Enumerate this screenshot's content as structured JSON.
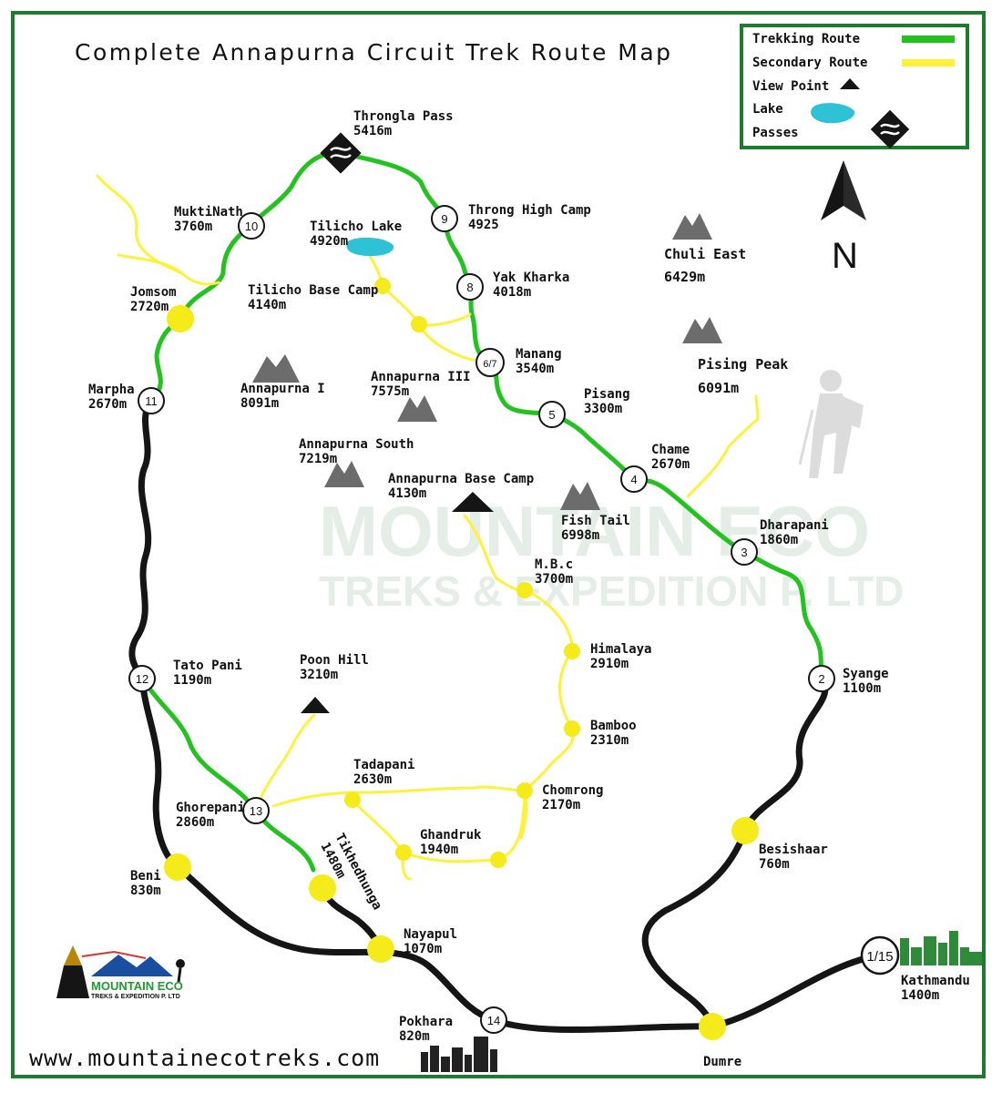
{
  "title": "Complete Annapurna Circuit Trek Route Map",
  "legend": {
    "trekking_route": "Trekking Route",
    "secondary_route": "Secondary Route",
    "view_point": "View Point",
    "lake": "Lake",
    "passes": "Passes",
    "colors": {
      "trekking": "#22c31f",
      "secondary": "#fff13a",
      "lake": "#2ec2d6",
      "road": "#151515",
      "stop": "#f5ea1a"
    }
  },
  "north": "N",
  "watermark": {
    "line1": "MOUNTAIN ECO",
    "line2": "TREKS & EXPEDITION P. LTD"
  },
  "places": {
    "thorong_la": {
      "name": "Throngla Pass",
      "alt": "5416m"
    },
    "throng_high_camp": {
      "name": "Throng High Camp",
      "alt": "4925"
    },
    "muktinath": {
      "name": "MuktiNath",
      "alt": "3760m"
    },
    "tilicho_lake": {
      "name": "Tilicho Lake",
      "alt": "4920m"
    },
    "yak_kharka": {
      "name": "Yak Kharka",
      "alt": "4018m"
    },
    "tilicho_bc": {
      "name": "Tilicho Base Camp",
      "alt": "4140m"
    },
    "jomsom": {
      "name": "Jomsom",
      "alt": "2720m"
    },
    "manang": {
      "name": "Manang",
      "alt": "3540m"
    },
    "marpha": {
      "name": "Marpha",
      "alt": "2670m"
    },
    "pisang": {
      "name": "Pisang",
      "alt": "3300m"
    },
    "chame": {
      "name": "Chame",
      "alt": "2670m"
    },
    "dharapani": {
      "name": "Dharapani",
      "alt": "1860m"
    },
    "syange": {
      "name": "Syange",
      "alt": "1100m"
    },
    "abc": {
      "name": "Annapurna Base Camp",
      "alt": "4130m"
    },
    "mbc": {
      "name": "M.B.c",
      "alt": "3700m"
    },
    "himalaya": {
      "name": "Himalaya",
      "alt": "2910m"
    },
    "bamboo": {
      "name": "Bamboo",
      "alt": "2310m"
    },
    "chomrong": {
      "name": "Chomrong",
      "alt": "2170m"
    },
    "tato_pani": {
      "name": "Tato Pani",
      "alt": "1190m"
    },
    "poon_hill": {
      "name": "Poon Hill",
      "alt": "3210m"
    },
    "tadapani": {
      "name": "Tadapani",
      "alt": "2630m"
    },
    "ghorepani": {
      "name": "Ghorepani",
      "alt": "2860m"
    },
    "ghandruk": {
      "name": "Ghandruk",
      "alt": "1940m"
    },
    "tikhedhunga": {
      "name": "Tikhedhunga",
      "alt": "1480m"
    },
    "beni": {
      "name": "Beni",
      "alt": "830m"
    },
    "besishaar": {
      "name": "Besishaar",
      "alt": "760m"
    },
    "nayapul": {
      "name": "Nayapul",
      "alt": "1070m"
    },
    "pokhara": {
      "name": "Pokhara",
      "alt": "820m"
    },
    "kathmandu": {
      "name": "Kathmandu",
      "alt": "1400m"
    },
    "dumre": {
      "name": "Dumre"
    }
  },
  "peaks": {
    "chuli_east": {
      "name": "Chuli East",
      "alt": "6429m"
    },
    "pisang_peak": {
      "name": "Pising Peak",
      "alt": "6091m"
    },
    "annapurna_1": {
      "name": "Annapurna I",
      "alt": "8091m"
    },
    "annapurna_3": {
      "name": "Annapurna III",
      "alt": "7575m"
    },
    "annapurna_south": {
      "name": "Annapurna South",
      "alt": "7219m"
    },
    "fish_tail": {
      "name": "Fish Tail",
      "alt": "6998m"
    }
  },
  "stages": [
    "1/15",
    "2",
    "3",
    "4",
    "5",
    "6/7",
    "8",
    "9",
    "10",
    "11",
    "12",
    "13",
    "14"
  ],
  "logo": {
    "line1": "MOUNTAIN ECO",
    "line2": "TREKS & EXPEDITION P. LTD"
  },
  "website": "www.mountainecotreks.com"
}
